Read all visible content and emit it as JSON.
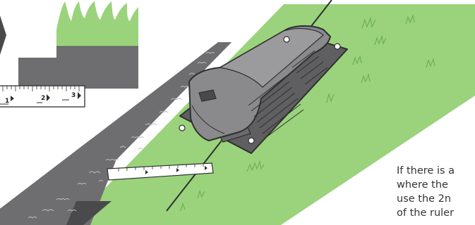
{
  "caption": {
    "lines": [
      "If there is a",
      "where the",
      "use the 2n",
      "of the ruler"
    ]
  },
  "ruler_inset": {
    "marks": [
      "1",
      "2",
      "3"
    ]
  },
  "colors": {
    "lawn": "#9ad37c",
    "paving": "#6e6e70",
    "paving_dark": "#4a4a4c",
    "mower_body": "#8a8a8c",
    "mower_outline": "#2f2f31",
    "grass_stroke": "#6fb04f",
    "caption_text": "#333333"
  },
  "icons": [
    "chevron-right-icon",
    "grass-tuft-icon",
    "robotic-mower-icon",
    "ruler-icon"
  ]
}
